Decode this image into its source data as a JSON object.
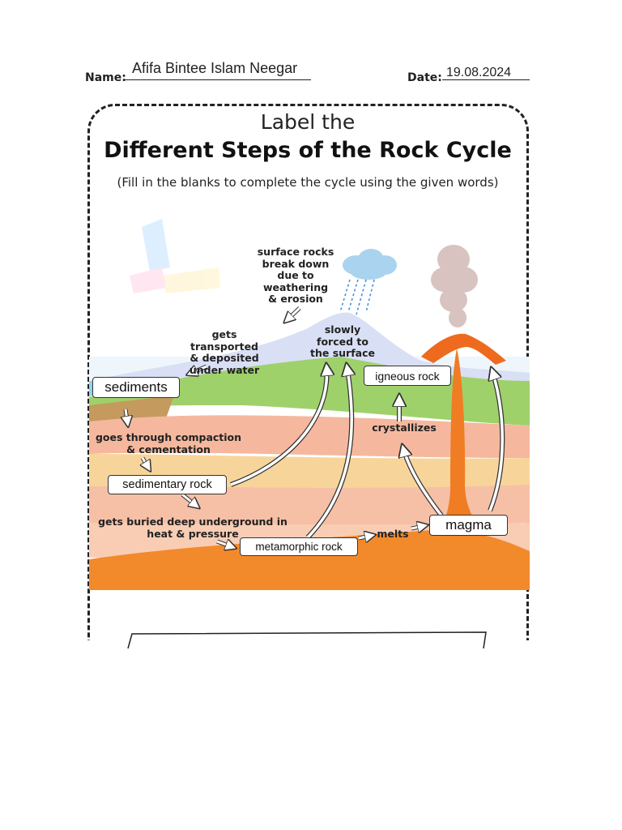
{
  "header": {
    "name_label": "Name:",
    "name_value": "Afifa Bintee Islam Neegar",
    "date_label": "Date:",
    "date_value": "19.08.2024"
  },
  "worksheet": {
    "title_line1": "Label the",
    "title_line2": "Different Steps of the Rock Cycle",
    "instructions": "(Fill in the blanks to complete the cycle using the given words)"
  },
  "diagram": {
    "captions": {
      "weathering": "surface rocks\nbreak down\ndue to\nweathering\n& erosion",
      "transported": "gets transported\n& deposited\nunder water",
      "forced_up": "slowly\nforced to\nthe surface",
      "compaction": "goes through compaction\n& cementation",
      "crystallizes": "crystallizes",
      "buried": "gets buried deep underground in\nheat & pressure",
      "melts": "melts"
    },
    "labels": {
      "sediments": "sediments",
      "igneous_rock": "igneous rock",
      "sedimentary_rock": "sedimentary rock",
      "metamorphic_rock": "metamorphic rock",
      "magma": "magma"
    }
  }
}
